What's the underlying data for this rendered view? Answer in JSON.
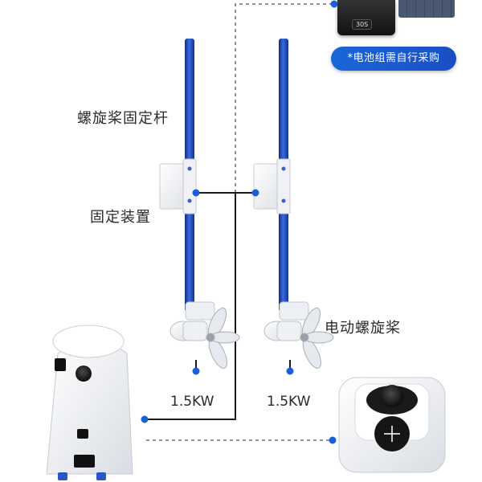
{
  "labels": {
    "prop_rod": "螺旋桨固定杆",
    "mount": "固定装置",
    "electric_prop": "电动螺旋桨",
    "power_left": "1.5KW",
    "power_right": "1.5KW"
  },
  "battery": {
    "note": "*电池组需自行采购",
    "display_text": "30S"
  },
  "colors": {
    "accent": "#1a5fd6",
    "rod": "#1d3fa8",
    "connector_dot": "#1a5fd6",
    "dashed_line": "#555555",
    "solid_line": "#1a1a1a"
  },
  "icons": {
    "joystick": "joystick-icon",
    "controller": "controller-unit",
    "propeller": "propeller-icon"
  }
}
